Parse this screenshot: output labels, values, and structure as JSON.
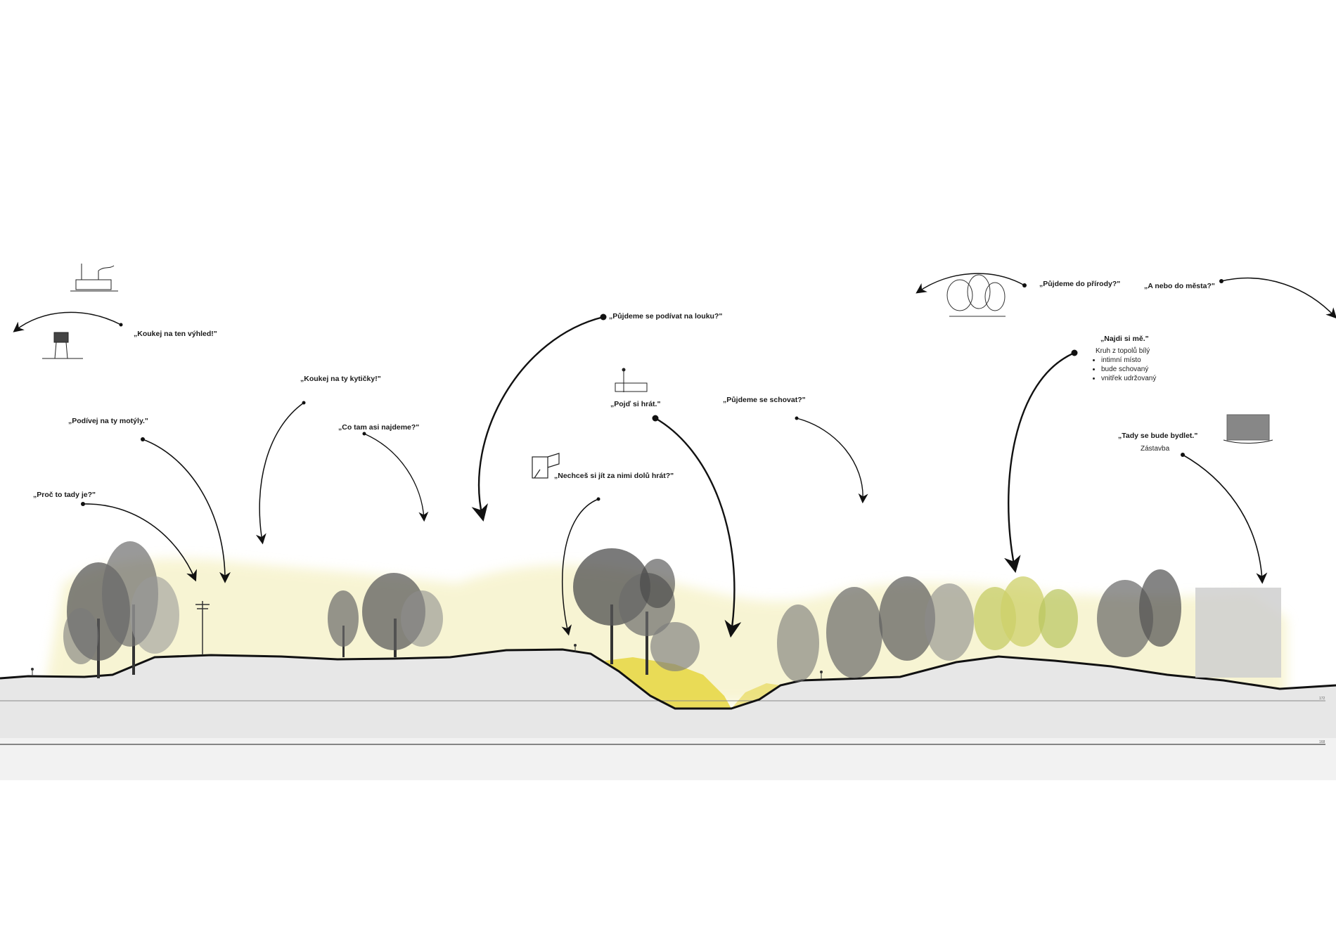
{
  "quotes": {
    "vyhled": "„Koukej na ten výhled!\"",
    "kyticky": "„Koukej na ty kytičky!\"",
    "motyly": "„Podívej na ty motýly.\"",
    "najdeme": "„Co tam asi najdeme?\"",
    "proc": "„Proč to tady je?\"",
    "louka": "„Půjdeme se podívat na louku?\"",
    "hrat": "„Pojď si hrát.\"",
    "dolu": "„Nechceš si jít za nimi dolů hrát?\"",
    "schovat": "„Půjdeme se schovat?\"",
    "priroda": "„Půjdeme do přírody?\"",
    "mesto": "„A nebo do města?\"",
    "najdi": "„Najdi si mě.\"",
    "bydlet": "„Tady se bude bydlet.\""
  },
  "notes": {
    "kruh": "Kruh z topolů bílý",
    "kruh_items": [
      "intimní místo",
      "bude schovaný",
      "vnitřek udržovaný"
    ],
    "zastavba": "Zástavba"
  },
  "elevations": {
    "upper": "172",
    "lower": "168"
  },
  "colors": {
    "ground": "#e6e6e6",
    "ground_line": "#111111",
    "yellow_haze": "#f3efc0",
    "yellow_meadow": "#e3d23a",
    "tree_dark": "#4a4a4a",
    "tree_mid": "#8a8a8a",
    "tree_yellow": "#c9cf6a",
    "building": "#d2d2d2"
  },
  "icons": {
    "factory": "factory-icon",
    "water_tower": "water-tower-icon",
    "tree_group": "tree-group-icon",
    "slide": "slide-icon",
    "playground": "playground-icon",
    "apartment": "apartment-block-icon",
    "power_pole": "power-pole-icon"
  }
}
